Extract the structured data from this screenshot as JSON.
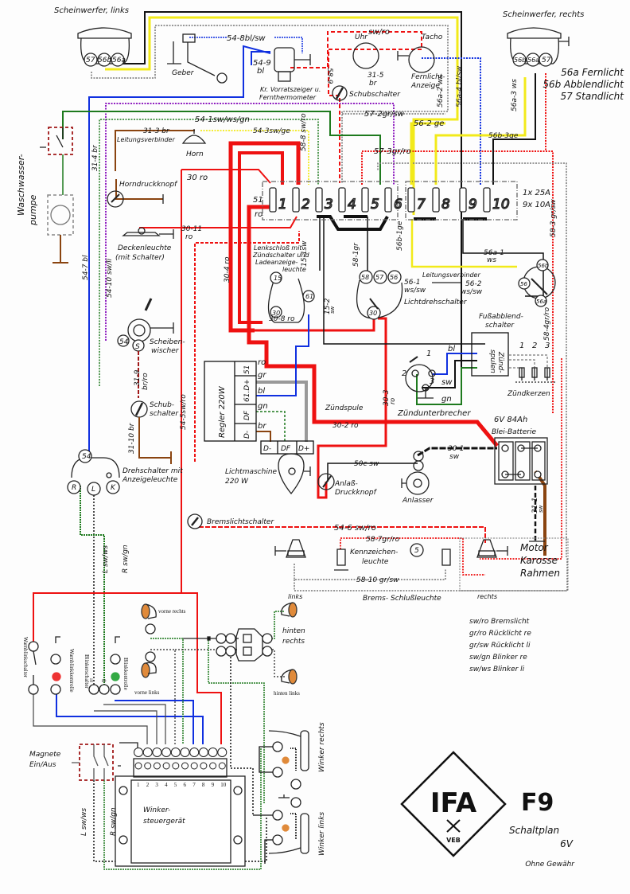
{
  "title": {
    "model": "F9",
    "brand": "IFA",
    "brand_sub": "VEB",
    "subtitle": "Schaltplan",
    "voltage": "6V",
    "disclaimer": "Ohne Gewähr"
  },
  "legend_headlight": [
    "56a Fernlicht",
    "56b Abblendlicht",
    "57 Standlicht"
  ],
  "legend_colors": [
    "sw/ro Bremslicht",
    "gr/ro Rücklicht re",
    "gr/sw Rücklicht li",
    "sw/gn Blinker re",
    "sw/ws Blinker li"
  ],
  "fuses": {
    "numbers": [
      "1",
      "2",
      "3",
      "4",
      "5",
      "6",
      "7",
      "8",
      "9",
      "10"
    ],
    "rating_1": "1x 25A",
    "rating_2": "9x 10A"
  },
  "components": {
    "headlight_left": "Scheinwerfer, links",
    "headlight_right": "Scheinwerfer, rechts",
    "hl_terminals_left": [
      "57",
      "56b",
      "56a"
    ],
    "hl_terminals_right": [
      "56b",
      "56a",
      "57"
    ],
    "sender": "Geber",
    "fuel_gauge_1": "Kr. Vorratszeiger u.",
    "fuel_gauge_2": "Fernthermometer",
    "clock": "Uhr",
    "speedo": "Tacho",
    "highbeam_ind_1": "Fernlicht-",
    "highbeam_ind_2": "Anzeige",
    "push_switch": "Schubschalter",
    "washer_pump_1": "Waschwasser-",
    "washer_pump_2": "pumpe",
    "connector": "Leitungsverbinder",
    "horn": "Horn",
    "horn_button": "Horndruckknopf",
    "dome_light_1": "Deckenleuchte",
    "dome_light_2": "(mit Schalter)",
    "ignition_1": "Lenkschloß mit",
    "ignition_2": "Zündschalter und",
    "ignition_3": "Ladeanzeige-",
    "ignition_4": "leuchte",
    "light_switch": "Lichtdrehschalter",
    "connector2": "Leitungsverbinder",
    "dimmer_1": "Fußabblend-",
    "dimmer_2": "schalter",
    "wiper_1": "Scheiben-",
    "wiper_2": "wischer",
    "push_switch2_1": "Schub-",
    "push_switch2_2": "schalter",
    "regulator": "Regler 220W",
    "reg_terminals": [
      "51",
      "61.D+",
      "DF",
      "D-"
    ],
    "reg_wires": [
      "ro",
      "gr",
      "bl",
      "gn",
      "br"
    ],
    "gen_terminals": [
      "D-",
      "DF",
      "D+"
    ],
    "generator_1": "Lichtmaschine",
    "generator_2": "220 W",
    "ign_coil": "Zündspule",
    "coils_1": "Zünd-",
    "coils_2": "spulen",
    "spark_plugs": "Zündkerzen",
    "plug_nums": [
      "1",
      "2",
      "3"
    ],
    "breaker": "Zündunterbrecher",
    "breaker_nums": [
      "1",
      "2",
      "3"
    ],
    "battery_1": "6V 84Ah",
    "battery_2": "Blei-Batterie",
    "starter": "Anlasser",
    "start_button_1": "Anlaß-",
    "start_button_2": "Druckknopf",
    "rotary_switch_1": "Drehschalter mit",
    "rotary_switch_2": "Anzeigeleuchte",
    "rotary_terms": [
      "54",
      "R",
      "L",
      "K"
    ],
    "brake_switch": "Bremslichtschalter",
    "plate_light_1": "Kennzeichen-",
    "plate_light_2": "leuchte",
    "plate_num": "5",
    "tail_left": "links",
    "tail_right": "rechts",
    "tail_lights": "Brems- Schlußleuchte",
    "ground_1": "Motor",
    "ground_2": "Karosse",
    "ground_3": "Rahmen",
    "hazard_switch": "Warnblinkschalter",
    "hazard_ind": "Warnblinkkontrolle",
    "blinker_switch": "Blinkerschalter",
    "blinker_ind": "Blinkkontrolle",
    "blinker_lr": [
      "li",
      "re"
    ],
    "front_right": "vorne rechts",
    "front_left": "vorne links",
    "rear_right_1": "hinten",
    "rear_right_2": "rechts",
    "rear_left": "hinten links",
    "magnets_1": "Magnete",
    "magnets_2": "Ein/Aus",
    "controller_1": "Winker-",
    "controller_2": "steuergerät",
    "ctrl_terms": [
      "1",
      "2",
      "3",
      "4",
      "5",
      "6",
      "7",
      "8",
      "9",
      "10"
    ],
    "winker_right": "Winker rechts",
    "winker_left": "Winker links",
    "wire_L": "L sw/ws",
    "wire_R": "R sw/gn",
    "wire_L2": "L sw/ws",
    "wire_R2": "R sw/gn"
  },
  "wires": {
    "w54_8": "54-8bl/sw",
    "w54_9a": "54-9",
    "w54_9b": "bl",
    "sw_ro": "sw/ro",
    "w58_9": "58-9",
    "w31_5a": "31-5",
    "w31_5b": "br",
    "w54_1": "54-1sw/ws/gn",
    "w31_3": "31-3 br",
    "w54_3": "54-3sw/ge",
    "w57_2": "57-2gr/sw",
    "w56_2": "56-2 ge",
    "w56a_2": "56a-2 ws",
    "w56a_4": "56a-4 bl/sw",
    "w56a_3": "56a-3 ws",
    "w56b_3": "56b-3ge",
    "w57_3": "57-3gr/ro",
    "w58_8": "58-8 sw/ro",
    "w31_4": "31-4 br",
    "w30ro": "30 ro",
    "w51": "51",
    "wro": "ro",
    "w30_11a": "30-11",
    "w30_11b": "ro",
    "w30_4": "30-4 ro",
    "w15_1": "15-1sw",
    "w58_1": "58-1gr",
    "w56b_1": "56b-1ge",
    "w56a_1a": "56a-1",
    "w56a_1b": "ws",
    "w56_1a": "56-1",
    "w56_1b": "ws/sw",
    "w56_2a": "56-2",
    "w56_2b": "ws/sw",
    "w58_3": "58-3 gr/sw",
    "w58_4": "58-4gr/ro",
    "w54_7": "54-7 bl",
    "w54_10": "54-10 sw/li",
    "w30_8": "30-8 ro",
    "w15_2a": "15-2",
    "w15_2b": "sw",
    "w31_9a": "31-9",
    "w31_9b": "br/ro",
    "w31_10": "31-10 br",
    "w54_5": "54-5sw/ro",
    "w30_3a": "30-3",
    "w30_3b": "ro",
    "w30_2": "30-2 ro",
    "w30_1a": "30-1",
    "w30_1b": "sw",
    "w50c": "50c sw",
    "w31_1a": "31-1",
    "w31_1b": "sw",
    "w54_6": "54-6 sw/ro",
    "w58_7": "58-7gr/ro",
    "w58_10": "58-10 gr/sw",
    "bl": "bl",
    "sw": "sw",
    "gn": "gn"
  },
  "colors": {
    "red": "#ee1111",
    "yellow": "#f2ea1a",
    "blue": "#1030e0",
    "green": "#1e7a1e",
    "purple": "#9020c0",
    "brown": "#8a4410",
    "gray": "#8c8c8c",
    "black": "#111111",
    "darkred": "#a01818",
    "orange": "#e08a3a"
  }
}
